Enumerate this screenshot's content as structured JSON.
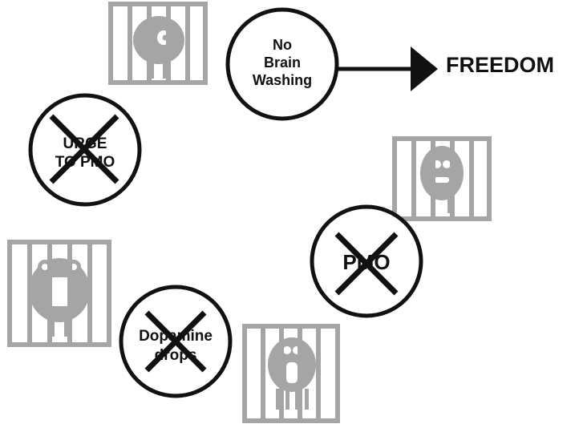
{
  "diagram": {
    "nodes": {
      "no_brain_washing": {
        "lines": [
          "No",
          "Brain",
          "Washing"
        ]
      },
      "urge_to_pmo": {
        "lines": [
          "URGE",
          "TO PMO"
        ],
        "crossed_out": true
      },
      "pmo": {
        "lines": [
          "PMO"
        ],
        "crossed_out": true
      },
      "dopamine_drops": {
        "lines": [
          "Dopamine",
          "drops"
        ],
        "crossed_out": true
      }
    },
    "arrow_target": "FREEDOM",
    "cages": [
      {
        "name": "caged-monster-top",
        "icon": "caged-monster-icon"
      },
      {
        "name": "caged-monster-right",
        "icon": "caged-monster-icon"
      },
      {
        "name": "caged-monster-left",
        "icon": "caged-monster-icon"
      },
      {
        "name": "caged-monster-bottom",
        "icon": "caged-monster-icon"
      }
    ],
    "colors": {
      "ink": "#111111",
      "cage": "#a5a5a5",
      "background": "#ffffff"
    }
  }
}
